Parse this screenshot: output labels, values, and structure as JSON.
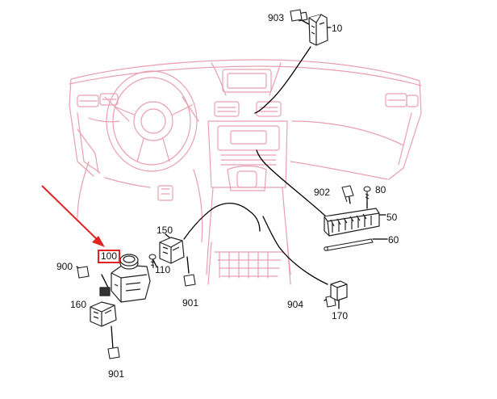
{
  "colors": {
    "dashboard_outline": "#e8a0b0",
    "part_outline": "#222222",
    "leader_line": "#000000",
    "arrow": "#e32222",
    "highlight_box": "#e32222",
    "background": "#ffffff"
  },
  "labels": {
    "p903": "903",
    "p10": "10",
    "p902": "902",
    "p80": "80",
    "p50": "50",
    "p60": "60",
    "p150": "150",
    "p110": "110",
    "p901a": "901",
    "p100": "100",
    "p900": "900",
    "p160": "160",
    "p901b": "901",
    "p904": "904",
    "p170": "170"
  },
  "highlighted_part": "100"
}
